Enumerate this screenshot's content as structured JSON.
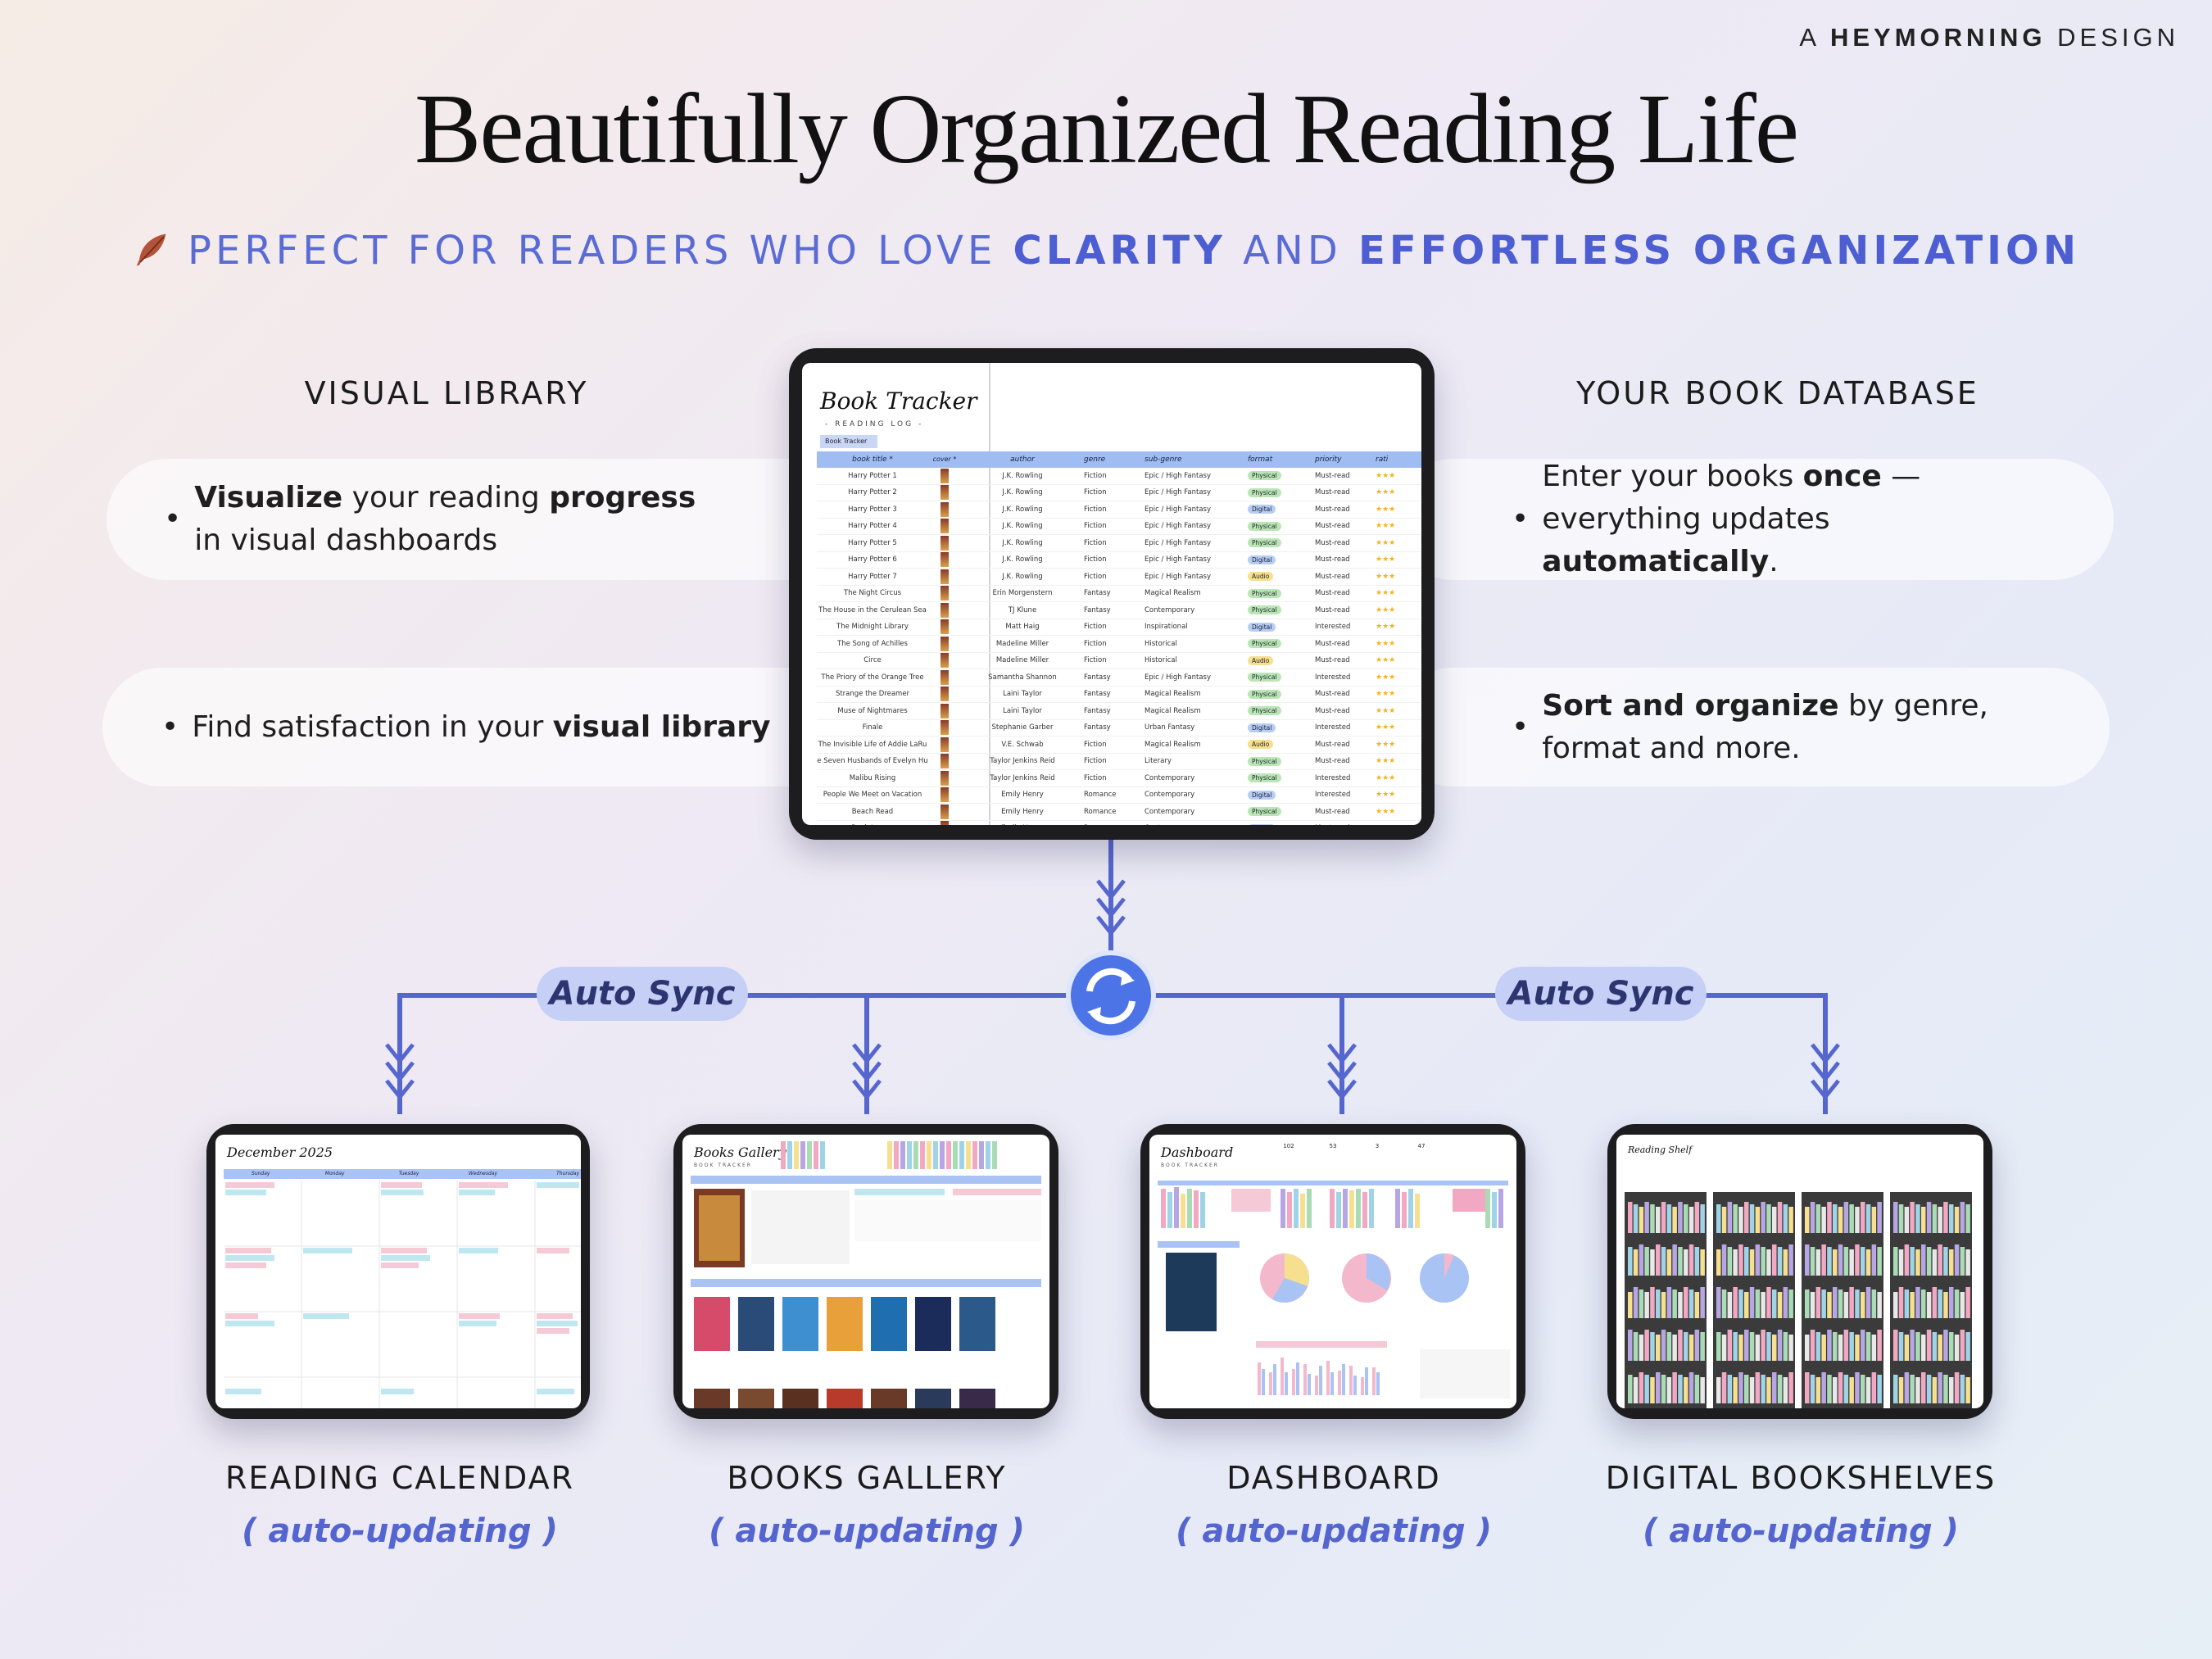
{
  "brand": {
    "prefix": "A ",
    "name": "HEYMORNING",
    "suffix": " DESIGN"
  },
  "headline": "Beautifully Organized Reading Life",
  "subline": {
    "part1": "PERFECT FOR READERS WHO LOVE ",
    "bold1": "CLARITY",
    "part2": " AND ",
    "bold2": "EFFORTLESS ORGANIZATION"
  },
  "left": {
    "title": "VISUAL LIBRARY",
    "bullet1": {
      "bold1": "Visualize",
      "t1": " your reading ",
      "bold2": "progress",
      "t2": " in visual dashboards"
    },
    "bullet2": {
      "t1": "Find satisfaction in your ",
      "bold1": "visual library"
    }
  },
  "right": {
    "title": "YOUR BOOK DATABASE",
    "bullet1": {
      "t1": "Enter your books ",
      "bold1": "once",
      "t2": " — everything updates ",
      "bold2": "automatically",
      "t3": "."
    },
    "bullet2": {
      "bold1": "Sort and organize",
      "t1": " by genre, format and more."
    }
  },
  "tracker": {
    "title": "Book Tracker",
    "subtitle": "- READING LOG -",
    "tab": "Book Tracker",
    "headers": [
      "book title *",
      "cover *",
      "author",
      "genre",
      "sub-genre",
      "format",
      "priority",
      "rati"
    ],
    "rows": [
      [
        "Harry Potter 1",
        "J.K. Rowling",
        "Fiction",
        "Epic / High Fantasy",
        "Physical",
        "Must-read",
        "★★★"
      ],
      [
        "Harry Potter 2",
        "J.K. Rowling",
        "Fiction",
        "Epic / High Fantasy",
        "Physical",
        "Must-read",
        "★★★"
      ],
      [
        "Harry Potter 3",
        "J.K. Rowling",
        "Fiction",
        "Epic / High Fantasy",
        "Digital",
        "Must-read",
        "★★★"
      ],
      [
        "Harry Potter 4",
        "J.K. Rowling",
        "Fiction",
        "Epic / High Fantasy",
        "Physical",
        "Must-read",
        "★★★"
      ],
      [
        "Harry Potter 5",
        "J.K. Rowling",
        "Fiction",
        "Epic / High Fantasy",
        "Physical",
        "Must-read",
        "★★★"
      ],
      [
        "Harry Potter 6",
        "J.K. Rowling",
        "Fiction",
        "Epic / High Fantasy",
        "Digital",
        "Must-read",
        "★★★"
      ],
      [
        "Harry Potter 7",
        "J.K. Rowling",
        "Fiction",
        "Epic / High Fantasy",
        "Audio",
        "Must-read",
        "★★★"
      ],
      [
        "The Night Circus",
        "Erin Morgenstern",
        "Fantasy",
        "Magical Realism",
        "Physical",
        "Must-read",
        "★★★"
      ],
      [
        "The House in the Cerulean Sea",
        "TJ Klune",
        "Fantasy",
        "Contemporary",
        "Physical",
        "Must-read",
        "★★★"
      ],
      [
        "The Midnight Library",
        "Matt Haig",
        "Fiction",
        "Inspirational",
        "Digital",
        "Interested",
        "★★★"
      ],
      [
        "The Song of Achilles",
        "Madeline Miller",
        "Fiction",
        "Historical",
        "Physical",
        "Must-read",
        "★★★"
      ],
      [
        "Circe",
        "Madeline Miller",
        "Fiction",
        "Historical",
        "Audio",
        "Must-read",
        "★★★"
      ],
      [
        "The Priory of the Orange Tree",
        "Samantha Shannon",
        "Fantasy",
        "Epic / High Fantasy",
        "Physical",
        "Interested",
        "★★★"
      ],
      [
        "Strange the Dreamer",
        "Laini Taylor",
        "Fantasy",
        "Magical Realism",
        "Physical",
        "Must-read",
        "★★★"
      ],
      [
        "Muse of Nightmares",
        "Laini Taylor",
        "Fantasy",
        "Magical Realism",
        "Physical",
        "Must-read",
        "★★★"
      ],
      [
        "Finale",
        "Stephanie Garber",
        "Fantasy",
        "Urban Fantasy",
        "Digital",
        "Interested",
        "★★★"
      ],
      [
        "The Invisible Life of Addie LaRu",
        "V.E. Schwab",
        "Fiction",
        "Magical Realism",
        "Audio",
        "Must-read",
        "★★★"
      ],
      [
        "e Seven Husbands of Evelyn Hu",
        "Taylor Jenkins Reid",
        "Fiction",
        "Literary",
        "Physical",
        "Must-read",
        "★★★"
      ],
      [
        "Malibu Rising",
        "Taylor Jenkins Reid",
        "Fiction",
        "Contemporary",
        "Physical",
        "Interested",
        "★★★"
      ],
      [
        "People We Meet on Vacation",
        "Emily Henry",
        "Romance",
        "Contemporary",
        "Digital",
        "Interested",
        "★★★"
      ],
      [
        "Beach Read",
        "Emily Henry",
        "Romance",
        "Contemporary",
        "Physical",
        "Must-read",
        "★★★"
      ],
      [
        "Book Lovers",
        "Emily Henry",
        "Romance",
        "Contemporary",
        "Digital",
        "Must-read",
        "★★★"
      ]
    ]
  },
  "sync": {
    "left_label": "Auto Sync",
    "right_label": "Auto Sync"
  },
  "screens": {
    "calendar": {
      "title": "December 2025",
      "days": [
        "Sunday",
        "Monday",
        "Tuesday",
        "Wednesday",
        "Thursday"
      ],
      "label": "READING CALENDAR",
      "auto": "( auto-updating )"
    },
    "gallery": {
      "title": "Books Gallery",
      "sub": "BOOK TRACKER",
      "label": "BOOKS GALLERY",
      "auto": "( auto-updating )"
    },
    "dashboard": {
      "title": "Dashboard",
      "sub": "BOOK TRACKER",
      "stats": [
        "102",
        "53",
        "3",
        "47"
      ],
      "label": "DASHBOARD",
      "auto": "( auto-updating )"
    },
    "shelves": {
      "title": "Reading Shelf",
      "label": "DIGITAL BOOKSHELVES",
      "auto": "( auto-updating )"
    }
  },
  "colors": {
    "accent": "#5465cf",
    "connector": "#5566cf",
    "sync_pill": "#c6cff5",
    "header_blue": "#9fbdf3"
  }
}
